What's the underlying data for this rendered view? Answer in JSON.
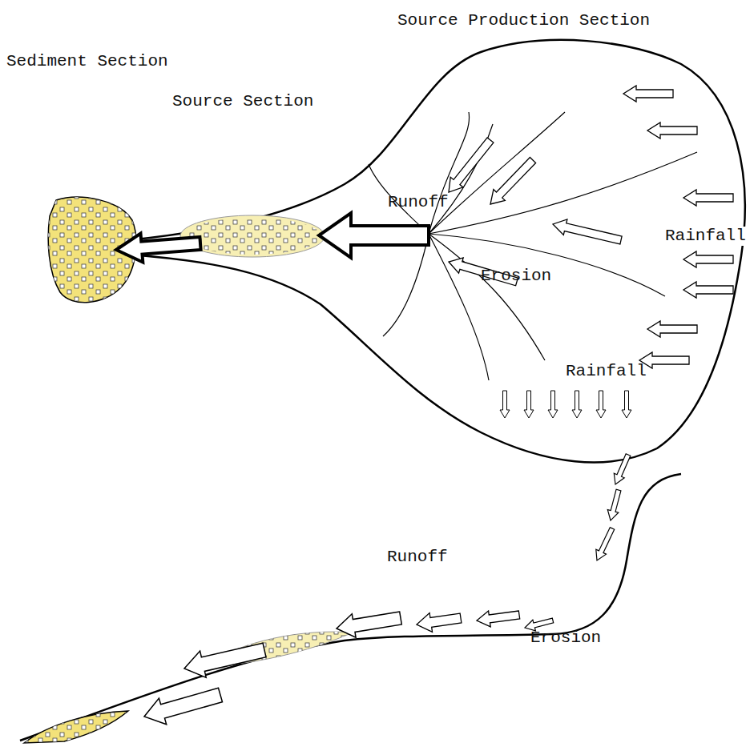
{
  "diagram": {
    "labels": [
      "Source Production Section",
      "Sediment Section",
      "Source Section",
      "Runoff",
      "Rainfall",
      "Erosion",
      "Rainfall",
      "Runoff",
      "Erosion"
    ]
  }
}
